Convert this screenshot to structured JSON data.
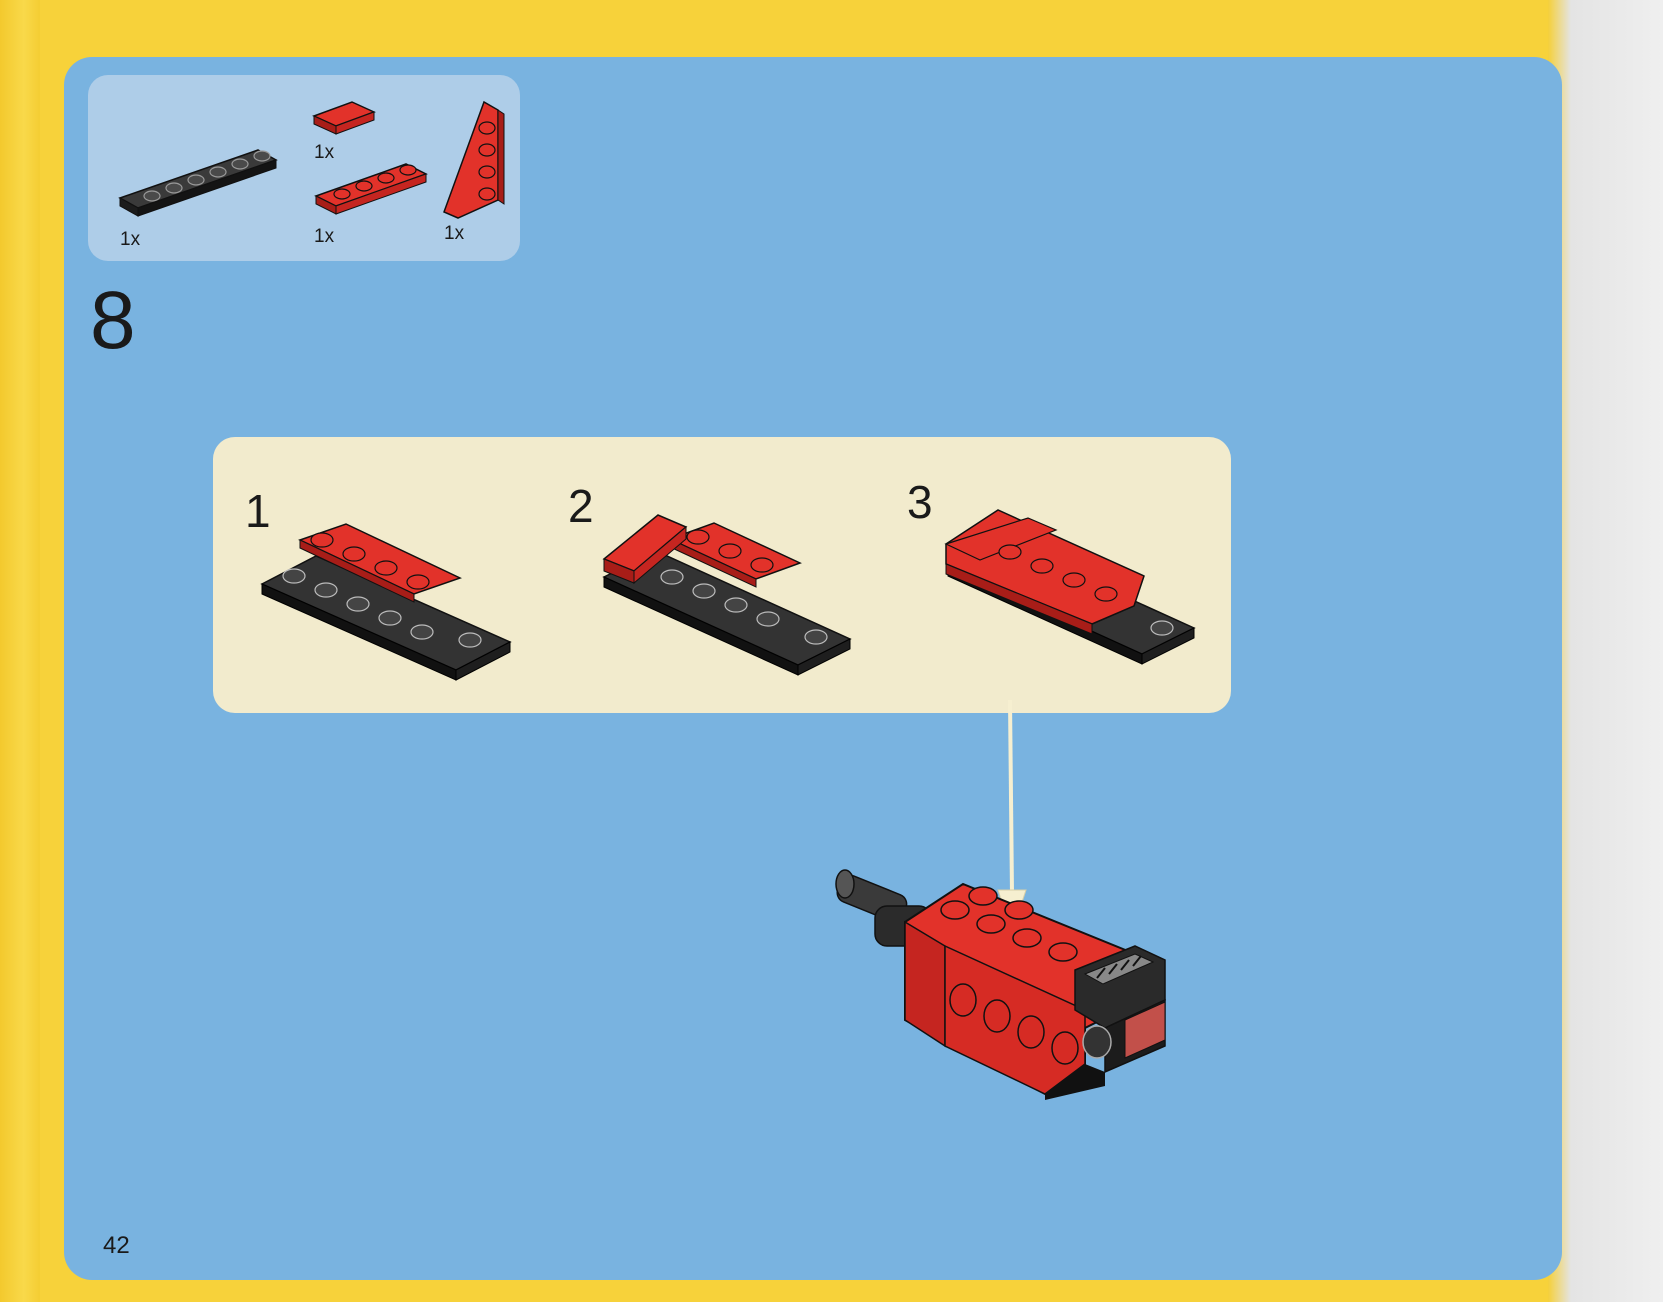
{
  "parts_list": {
    "items": [
      {
        "qty": "1x",
        "color": "black",
        "name": "plate-1x6-icon"
      },
      {
        "qty": "1x",
        "color": "red",
        "name": "tile-1x2-icon"
      },
      {
        "qty": "1x",
        "color": "red",
        "name": "plate-1x4-icon"
      },
      {
        "qty": "1x",
        "color": "red",
        "name": "wedge-plate-icon"
      }
    ]
  },
  "step": {
    "number": "8"
  },
  "substeps": [
    {
      "number": "1"
    },
    {
      "number": "2"
    },
    {
      "number": "3"
    }
  ],
  "page_number": "42",
  "colors": {
    "page_yellow": "#f7d23a",
    "panel_blue": "#79b3e0",
    "parts_box": "#aecde8",
    "substep_box": "#f2ebcd",
    "brick_red": "#e2322a",
    "brick_black": "#2a2a2a"
  }
}
